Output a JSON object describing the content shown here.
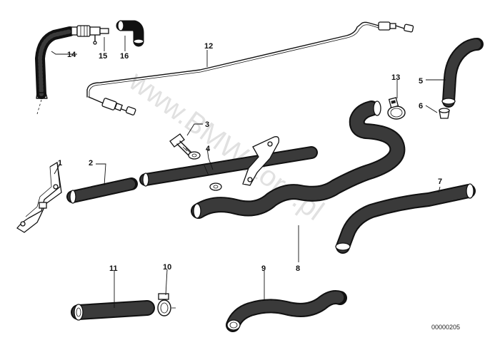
{
  "diagram": {
    "watermark": "www.BMWstore.pl",
    "part_number": "00000205",
    "callouts": [
      "1",
      "2",
      "3",
      "4",
      "5",
      "6",
      "7",
      "8",
      "9",
      "10",
      "11",
      "12",
      "13",
      "14",
      "15",
      "16"
    ]
  }
}
